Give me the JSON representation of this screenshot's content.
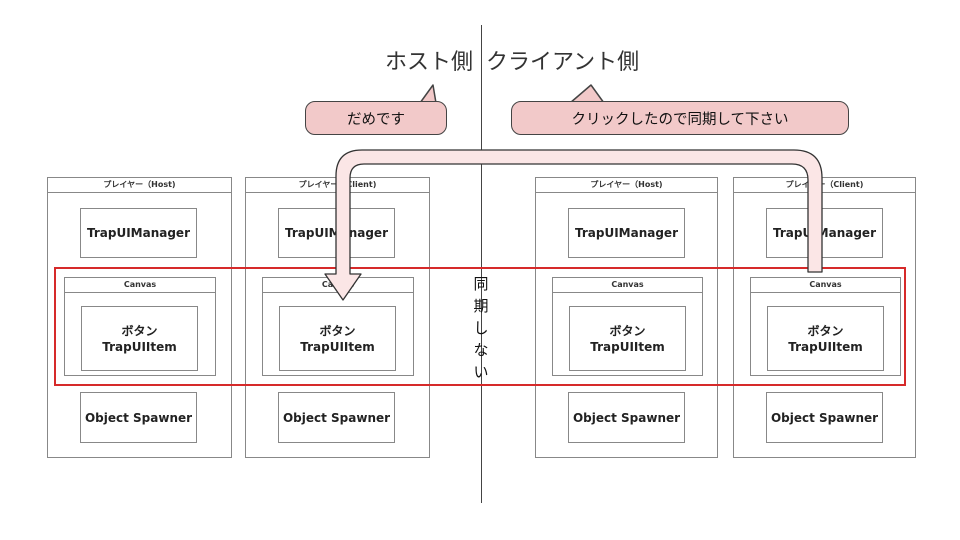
{
  "headers": {
    "host": "ホスト側",
    "client": "クライアント側"
  },
  "bubbles": {
    "host": "だめです",
    "client": "クリックしたので同期して下さい"
  },
  "sync_label": "同期しない",
  "players": [
    {
      "title": "プレイヤー（Host)",
      "manager": "TrapUIManager",
      "canvas": "Canvas",
      "button_line1": "ボタン",
      "button_line2": "TrapUIItem",
      "spawner": "Object Spawner"
    },
    {
      "title": "プレイヤー（Client)",
      "manager": "TrapUIManager",
      "canvas": "Canvas",
      "button_line1": "ボタン",
      "button_line2": "TrapUIItem",
      "spawner": "Object Spawner"
    },
    {
      "title": "プレイヤー（Host)",
      "manager": "TrapUIManager",
      "canvas": "Canvas",
      "button_line1": "ボタン",
      "button_line2": "TrapUIItem",
      "spawner": "Object Spawner"
    },
    {
      "title": "プレイヤー（Client)",
      "manager": "TrapUIManager",
      "canvas": "Canvas",
      "button_line1": "ボタン",
      "button_line2": "TrapUIItem",
      "spawner": "Object Spawner"
    }
  ],
  "colors": {
    "bubble_fill": "#f2c9c9",
    "sync_border": "#d62a2a",
    "arrow_fill": "#fbe6e6"
  }
}
